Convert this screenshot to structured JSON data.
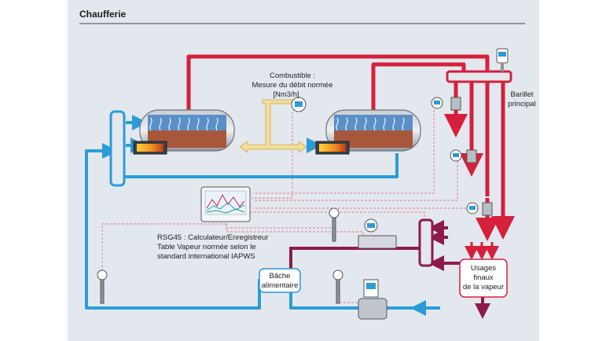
{
  "title": "Chaufferie",
  "labels": {
    "combustible": [
      "Combustible :",
      "Mesure du débit normée",
      "[Nm3/h]"
    ],
    "barillet": [
      "Barillet",
      "principal"
    ],
    "rsg45": [
      "RSG45 : Calculateur/Enregistreur",
      "Table Vapeur normée selon le",
      "standard international IAPWS"
    ],
    "bache": [
      "Bâche",
      "alimentaire"
    ],
    "usages": [
      "Usages",
      "finaux",
      "de la vapeur"
    ]
  },
  "colors": {
    "panel": "#e3e8ee",
    "steam": "#d5203c",
    "water": "#2b9cd8",
    "condensate": "#8e1a4b",
    "fuel": "#f3dd9a",
    "signal": "#e07a8d",
    "boiler": "#9aa2ab"
  }
}
